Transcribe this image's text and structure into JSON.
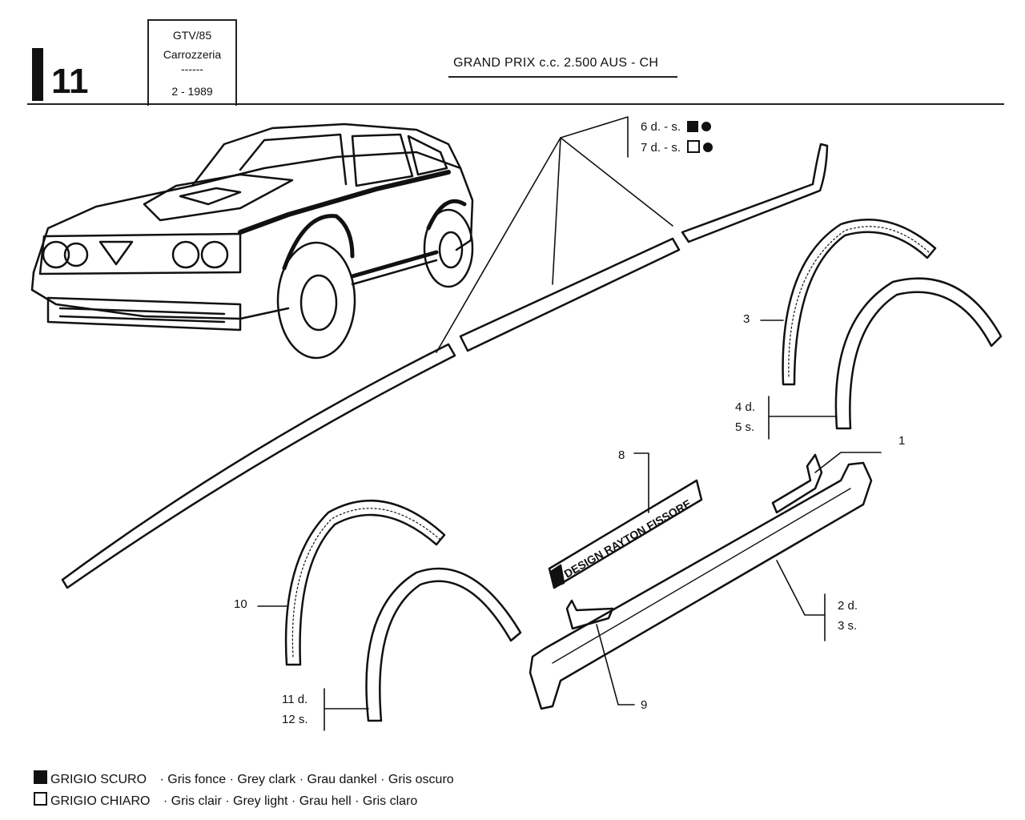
{
  "header": {
    "section_letter": "I",
    "section_number": "11",
    "model": "GTV/85",
    "category": "Carrozzeria",
    "separator": "------",
    "date": "2 - 1989",
    "title": "GRAND PRIX c.c. 2.500   AUS - CH"
  },
  "callouts": {
    "c6": "6  d. - s.",
    "c7": "7  d. - s.",
    "c3": "3",
    "c4": "4  d.",
    "c5": "5  s.",
    "c1": "1",
    "c8": "8",
    "c10": "10",
    "c11": "11  d.",
    "c12": "12  s.",
    "c2": "2  d.",
    "c3s": "3  s.",
    "c9": "9"
  },
  "badge_text": "DESIGN RAYTON FISSORE",
  "legend": [
    {
      "swatch": "dark",
      "label": "GRIGIO SCURO",
      "translations": "· Gris fonce · Grey clark · Grau dankel · Gris oscuro"
    },
    {
      "swatch": "light",
      "label": "GRIGIO CHIARO",
      "translations": "· Gris clair · Grey light · Grau hell · Gris claro"
    }
  ],
  "colors": {
    "ink": "#111111",
    "paper": "#ffffff"
  }
}
